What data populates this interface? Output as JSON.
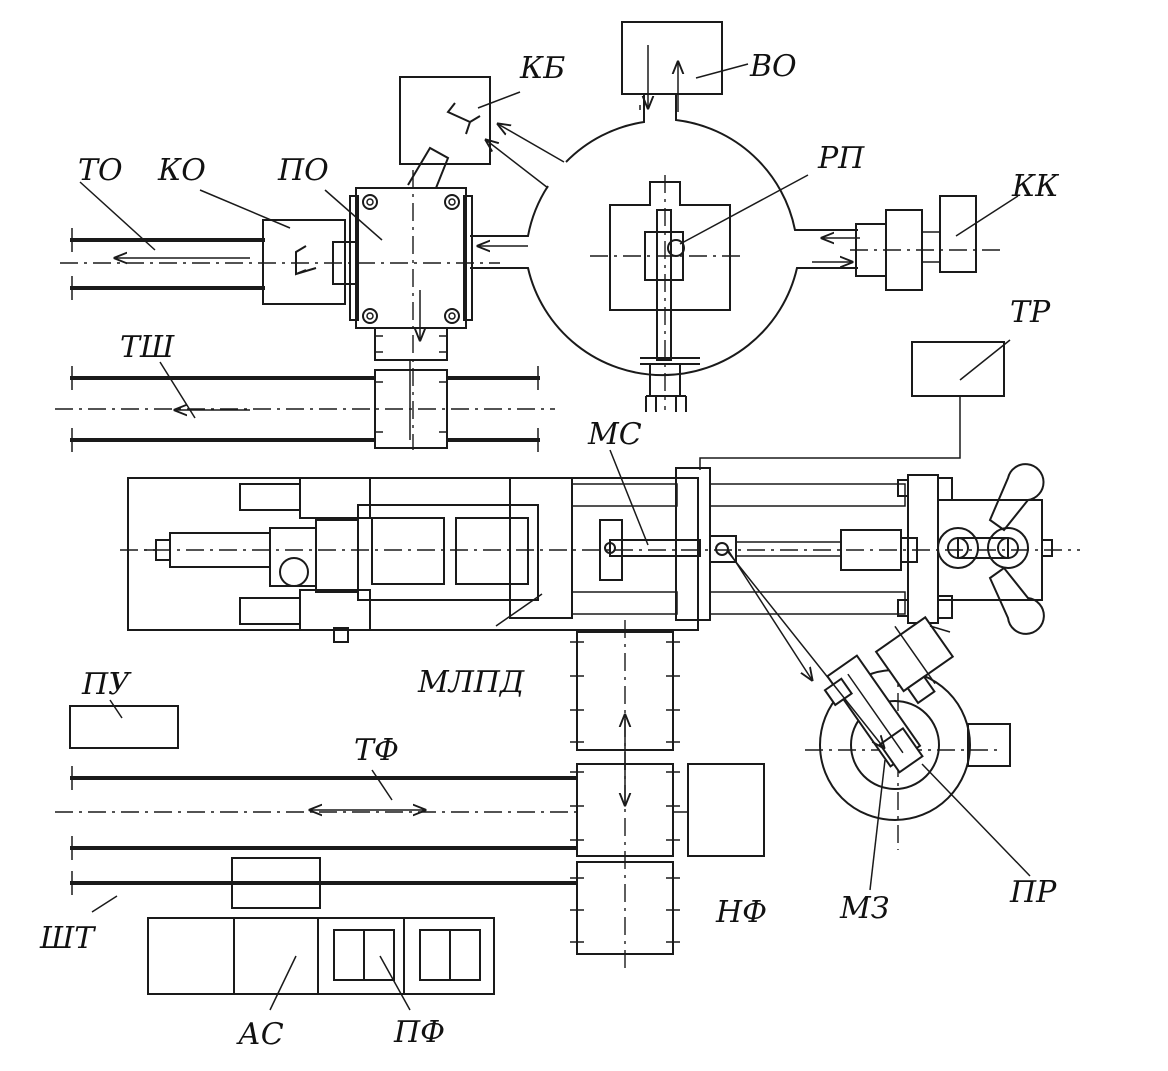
{
  "labels": {
    "to": "ТО",
    "ko": "КО",
    "po": "ПО",
    "kb": "КБ",
    "vo": "ВО",
    "rp": "РП",
    "kk": "КК",
    "tsh": "ТШ",
    "tr": "ТР",
    "ms": "МС",
    "mlpd": "МЛПД",
    "pu": "ПУ",
    "tf": "ТФ",
    "nf": "НФ",
    "mz": "МЗ",
    "pr": "ПР",
    "sht": "ШТ",
    "as": "АС",
    "pf": "ПФ"
  }
}
